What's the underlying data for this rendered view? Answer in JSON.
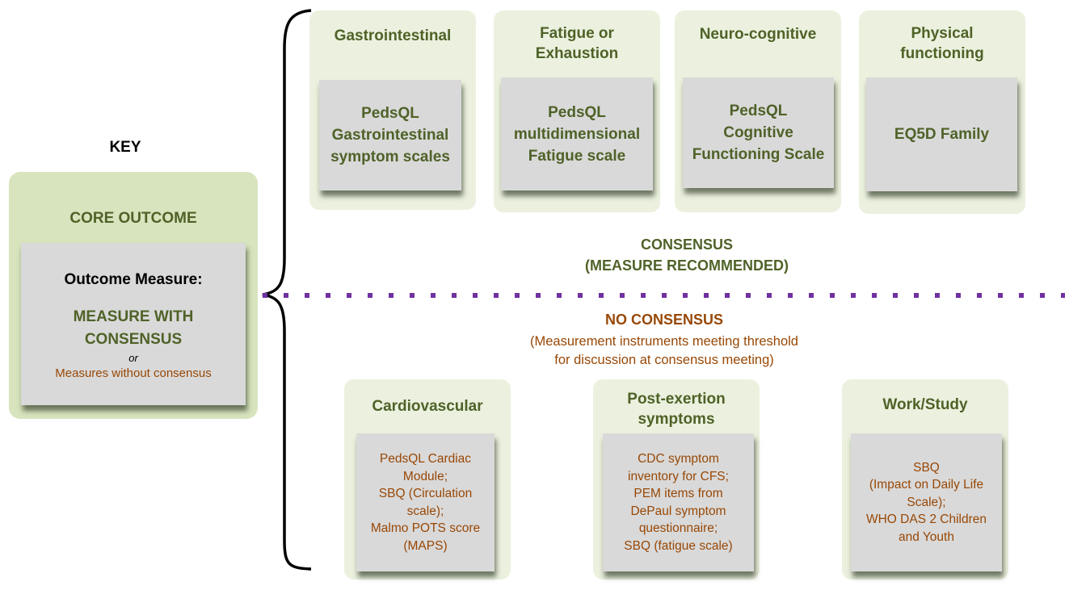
{
  "key": {
    "title": "KEY",
    "outcome_label": "CORE OUTCOME",
    "measure_heading": "Outcome Measure:",
    "measure_with_consensus": "MEASURE WITH CONSENSUS",
    "or_text": "or",
    "measures_without_consensus": "Measures without consensus"
  },
  "colors": {
    "consensus_green": "#4f6228",
    "no_consensus_brown": "#984806",
    "outer_green": "#ebf1de",
    "key_green": "#d7e4bd",
    "measure_gray": "#d9d9d9",
    "divider_purple": "#7030a0"
  },
  "consensus_section": {
    "title": "CONSENSUS",
    "subtitle": "(MEASURE RECOMMENDED)",
    "outcomes": [
      {
        "domain": "Gastrointestinal",
        "measure": "PedsQL\nGastrointestinal\nsymptom scales"
      },
      {
        "domain": "Fatigue or\nExhaustion",
        "measure": "PedsQL\nmultidimensional\nFatigue scale"
      },
      {
        "domain": "Neuro-cognitive",
        "measure": "PedsQL\nCognitive\nFunctioning Scale"
      },
      {
        "domain": "Physical\nfunctioning",
        "measure": "EQ5D Family"
      }
    ]
  },
  "no_consensus_section": {
    "title": "NO CONSENSUS",
    "subtitle_line1": "(Measurement instruments meeting threshold",
    "subtitle_line2": "for discussion at consensus meeting)",
    "outcomes": [
      {
        "domain": "Cardiovascular",
        "measure": "PedsQL Cardiac\nModule;\nSBQ (Circulation\nscale);\nMalmo POTS score\n(MAPS)"
      },
      {
        "domain": "Post-exertion\nsymptoms",
        "measure": "CDC symptom\ninventory for CFS;\nPEM items from\nDePaul symptom\nquestionnaire;\nSBQ (fatigue scale)"
      },
      {
        "domain": "Work/Study",
        "measure": "SBQ\n(Impact on Daily Life\nScale);\nWHO DAS 2 Children\nand Youth"
      }
    ]
  }
}
